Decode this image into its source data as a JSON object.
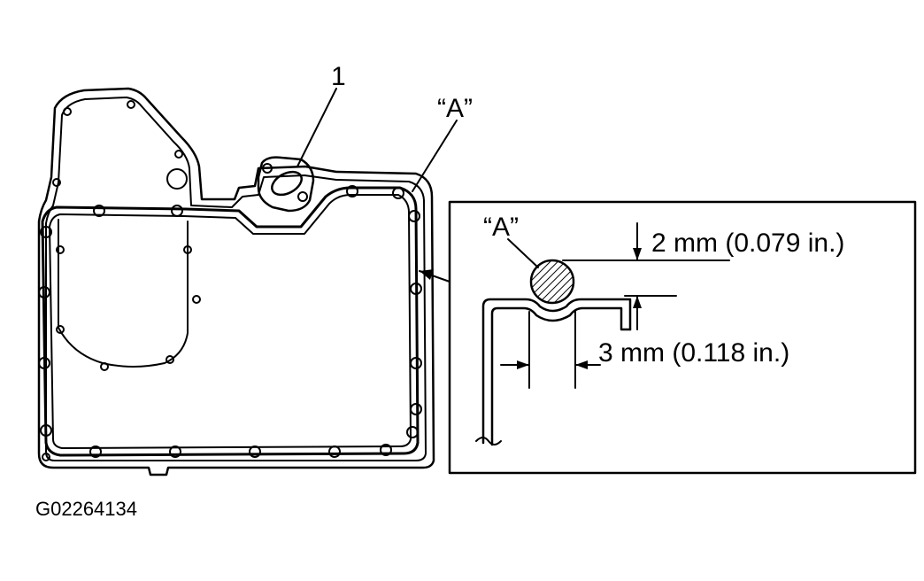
{
  "figure": {
    "id": "G02264134",
    "callout_number": "1",
    "callout_a_main": "“A”",
    "callout_a_detail": "“A”",
    "dimension_height": "2 mm (0.079 in.)",
    "dimension_width": "3 mm (0.118 in.)"
  }
}
